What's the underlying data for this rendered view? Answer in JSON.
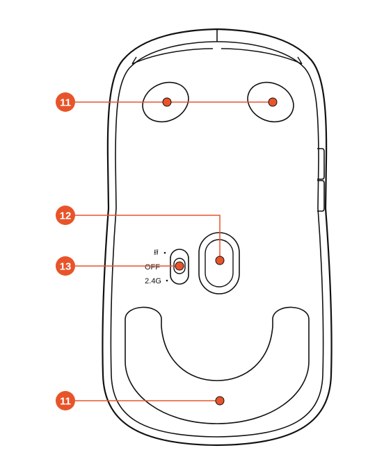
{
  "diagram": {
    "subject": "mouse-underside",
    "callouts": [
      {
        "id": "feet-top",
        "number": "11"
      },
      {
        "id": "sensor",
        "number": "12"
      },
      {
        "id": "mode-switch",
        "number": "13"
      },
      {
        "id": "feet-bottom",
        "number": "11"
      }
    ],
    "switch_labels": {
      "bluetooth_symbol": "⭿",
      "off": "OFF",
      "two_four": "2.4G"
    },
    "colors": {
      "accent": "#E8542A",
      "outline": "#111111",
      "background": "#FFFFFF"
    }
  }
}
